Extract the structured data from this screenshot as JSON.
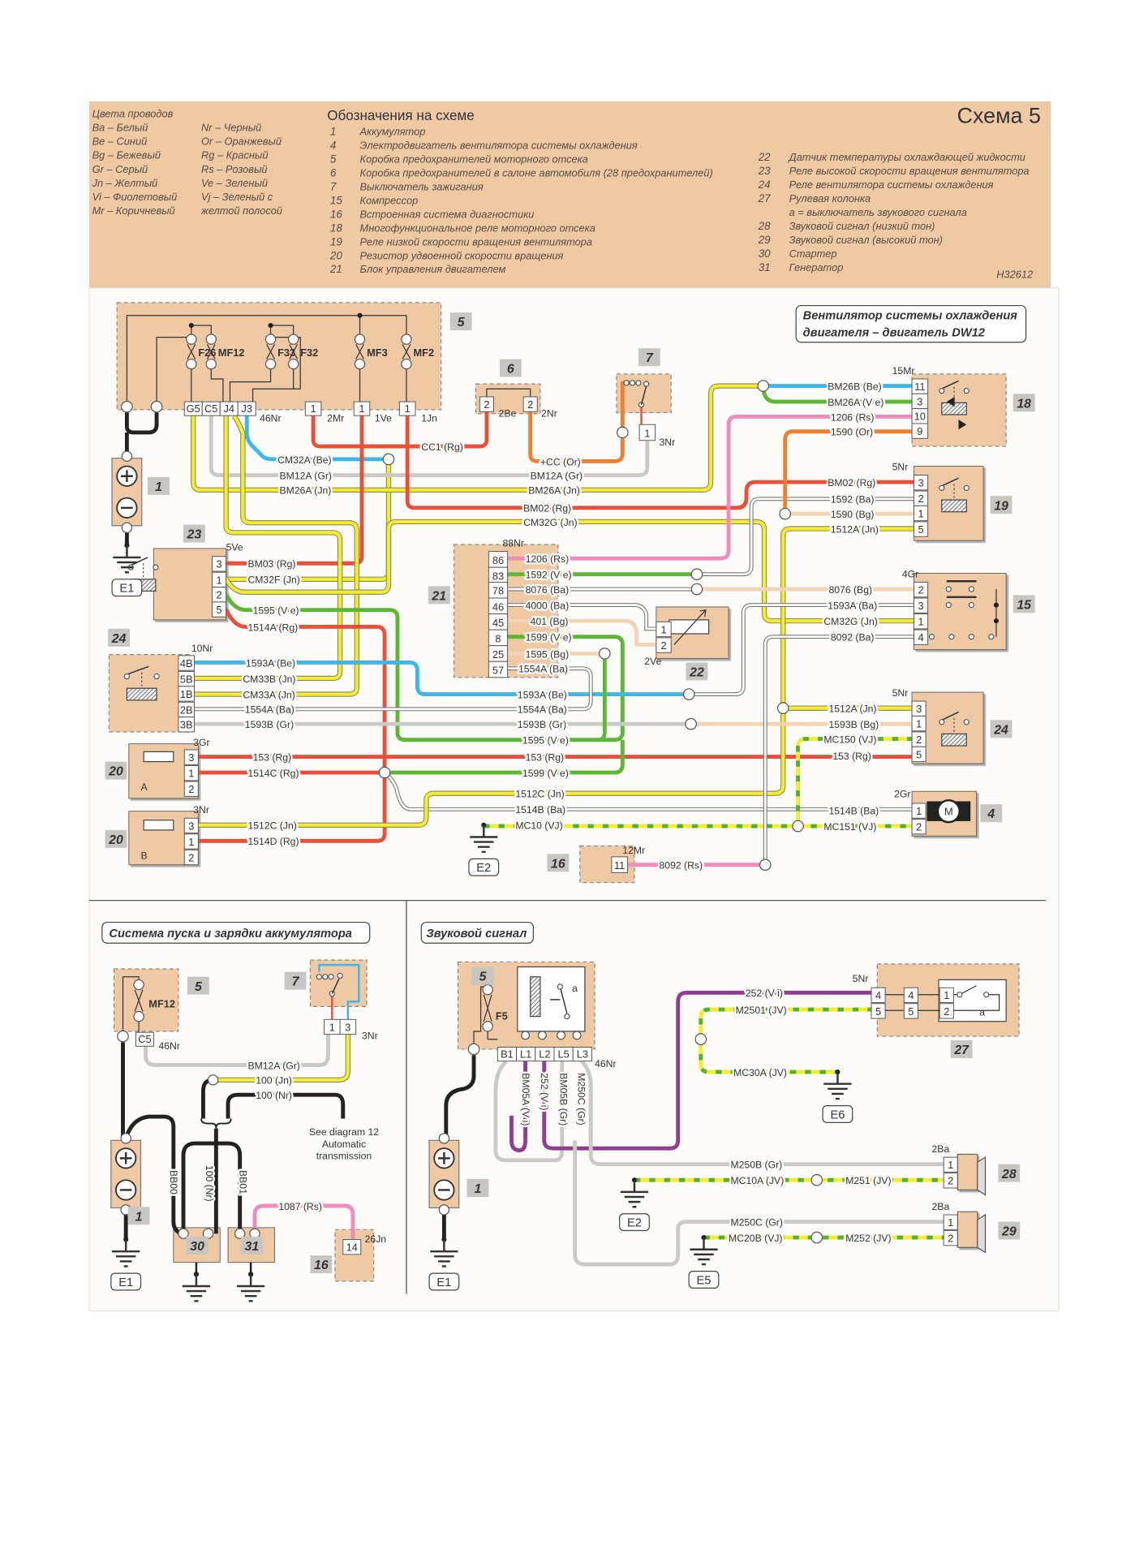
{
  "header": {
    "wire_colors_title": "Цвета проводов",
    "wire_colors_col1": [
      "Ba – Белый",
      "Be – Синий",
      "Bg – Бежевый",
      "Gr – Серый",
      "Jn – Желтый",
      "Vi – Фиолетовый",
      "Mr – Коричневый"
    ],
    "wire_colors_col2": [
      "Nr – Черный",
      "Or – Оранжевый",
      "Rg – Красный",
      "Rs – Розовый",
      "Ve – Зеленый",
      "Vj – Зеленый с",
      "желтой полосой"
    ],
    "legend_title": "Обозначения на схеме",
    "legend_left": [
      {
        "num": "1",
        "text": "Аккумулятор"
      },
      {
        "num": "4",
        "text": "Электродвигатель вентилятора системы охлаждения"
      },
      {
        "num": "5",
        "text": "Коробка предохранителей моторного отсека"
      },
      {
        "num": "6",
        "text": "Коробка предохранителей в салоне автомобиля (28 предохранителей)"
      },
      {
        "num": "7",
        "text": "Выключатель зажигания"
      },
      {
        "num": "15",
        "text": "Компрессор"
      },
      {
        "num": "16",
        "text": "Встроенная система диагностики"
      },
      {
        "num": "18",
        "text": "Многофункциональное реле моторного отсека"
      },
      {
        "num": "19",
        "text": "Реле низкой скорости вращения вентилятора"
      },
      {
        "num": "20",
        "text": "Резистор удвоенной скорости вращения"
      },
      {
        "num": "21",
        "text": "Блок управления двигателем"
      }
    ],
    "legend_right": [
      {
        "num": "22",
        "text": "Датчик температуры охлаждающей жидкости"
      },
      {
        "num": "23",
        "text": "Реле высокой скорости вращения вентилятора"
      },
      {
        "num": "24",
        "text": "Реле вентилятора системы охлаждения"
      },
      {
        "num": "27",
        "text": "Рулевая колонка"
      },
      {
        "num": "",
        "text": "a = выключатель звукового сигнала"
      },
      {
        "num": "28",
        "text": "Звуковой сигнал (низкий тон)"
      },
      {
        "num": "29",
        "text": "Звуковой сигнал (высокий тон)"
      },
      {
        "num": "30",
        "text": "Стартер"
      },
      {
        "num": "31",
        "text": "Генератор"
      }
    ],
    "scheme_title": "Схема 5",
    "code": "H32612",
    "background_color": "#efc8a4"
  },
  "wire_color_hex": {
    "Rg": "#e8503c",
    "Or": "#f08030",
    "Be": "#3fb6e8",
    "Ve": "#5cb832",
    "Jn": "#f4ec30",
    "Gr": "#c9c9c6",
    "Ba": "#ffffff",
    "Bg": "#f2d4b4",
    "Rs": "#f08cb8",
    "Vi": "#8e3f8e",
    "Nr": "#222222",
    "VJ": "#f4ec30"
  },
  "fan": {
    "title_line1": "Вентилятор системы охлаждения",
    "title_line2": "двигателя – двигатель DW12",
    "tags": [
      "5",
      "6",
      "7",
      "18",
      "19",
      "15",
      "24",
      "4",
      "1",
      "23",
      "24",
      "20",
      "20",
      "21",
      "22",
      "16"
    ],
    "fuses": [
      "F26",
      "MF12",
      "F33",
      "F32",
      "MF3",
      "MF2"
    ],
    "pins": [
      "G5",
      "C5",
      "J4",
      "J3",
      "1",
      "1",
      "1",
      "2",
      "2",
      "1",
      "11",
      "3",
      "10",
      "9",
      "3",
      "2",
      "1",
      "5",
      "2",
      "3",
      "1",
      "4",
      "3",
      "1",
      "2",
      "5",
      "1",
      "2",
      "3",
      "1",
      "2",
      "5",
      "4B",
      "5B",
      "1B",
      "2B",
      "3B",
      "3",
      "1",
      "2",
      "3",
      "1",
      "2",
      "86",
      "83",
      "78",
      "46",
      "45",
      "8",
      "25",
      "57",
      "1",
      "2",
      "11"
    ],
    "harness": [
      "46Nr",
      "2Mr",
      "1Ve",
      "1Jn",
      "2Be",
      "2Nr",
      "3Nr",
      "15Mr",
      "5Nr",
      "4Gr",
      "5Nr",
      "2Gr",
      "5Ve",
      "10Nr",
      "3Gr",
      "3Nr",
      "88Nr",
      "2Ve",
      "12Mr"
    ],
    "wire_labels": [
      "CM32A (Be)",
      "BM12A (Gr)",
      "BM26A (Jn)",
      "CC1 (Rg)",
      "+CC (Or)",
      "BM12A (Gr)",
      "BM26A (Jn)",
      "BM02 (Rg)",
      "CM32G (Jn)",
      "BM26B (Be)",
      "BM26A (V e)",
      "1206 (Rs)",
      "1590 (Or)",
      "BM02 (Rg)",
      "1592 (Ba)",
      "1590 (Bg)",
      "1512A (Jn)",
      "BM03 (Rg)",
      "CM32F (Jn)",
      "1595 (V e)",
      "1514A (Rg)",
      "1206 (Rs)",
      "1592 (V e)",
      "8076 (Ba)",
      "4000 (Ba)",
      "401 (Bg)",
      "1599 (V e)",
      "1595 (Bg)",
      "1554A (Ba)",
      "8076 (Bg)",
      "1593A (Ba)",
      "CM32G (Jn)",
      "8092 (Ba)",
      "1593A (Be)",
      "CM33B (Jn)",
      "CM33A (Jn)",
      "1554A (Ba)",
      "1593B (Gr)",
      "1593A (Be)",
      "1554A (Ba)",
      "1593B (Gr)",
      "1595 (V e)",
      "1512A (Jn)",
      "1593B (Bg)",
      "MC150 (VJ)",
      "153 (Rg)",
      "153 (Rg)",
      "1514C (Rg)",
      "153 (Rg)",
      "1599 (V e)",
      "1512C (Jn)",
      "1514B (Ba)",
      "MC10 (VJ)",
      "1514B (Ba)",
      "MC151 (VJ)",
      "1512C (Jn)",
      "1514D (Rg)",
      "8092 (Rs)"
    ],
    "resistor_letters": [
      "A",
      "B"
    ],
    "motor_letter": "M",
    "grounds": [
      "E1",
      "E2"
    ]
  },
  "start": {
    "title": "Система пуска и зарядки аккумулятора",
    "tags": [
      "5",
      "7",
      "1",
      "30",
      "31",
      "16"
    ],
    "fuse": "MF12",
    "pins": [
      "C5",
      "1",
      "3",
      "14"
    ],
    "harness": [
      "46Nr",
      "3Nr",
      "26Jn"
    ],
    "wire_labels": [
      "BM12A (Gr)",
      "100 (Jn)",
      "100 (Nr)",
      "1087 (Rs)"
    ],
    "vertical_labels": [
      "BB00",
      "100 (Nr)",
      "BB01"
    ],
    "note": [
      "See diagram 12",
      "Automatic",
      "transmission"
    ],
    "grounds": [
      "E1"
    ]
  },
  "horn": {
    "title": "Звуковой сигнал",
    "tags": [
      "5",
      "27",
      "1",
      "28",
      "29"
    ],
    "fuse": "F5",
    "relay_contact": "a",
    "switch_label": "a",
    "pins": [
      "B1",
      "L1",
      "L2",
      "L5",
      "L3",
      "4",
      "5",
      "4",
      "5",
      "1",
      "2",
      "1",
      "2",
      "1",
      "2"
    ],
    "harness": [
      "46Nr",
      "5Nr",
      "2Ba",
      "2Ba"
    ],
    "wire_labels": [
      "252 (V i)",
      "M2501 (JV)",
      "MC30A (JV)",
      "M250B (Gr)",
      "MC10A (JV)",
      "M251 (JV)",
      "M250C (Gr)",
      "MC20B (VJ)",
      "M252 (JV)"
    ],
    "vertical_labels": [
      "BM05A (V i)",
      "252 (V i)",
      "BM05B (Gr)",
      "M250C (Gr)"
    ],
    "grounds": [
      "E1",
      "E2",
      "E5",
      "E6"
    ]
  }
}
